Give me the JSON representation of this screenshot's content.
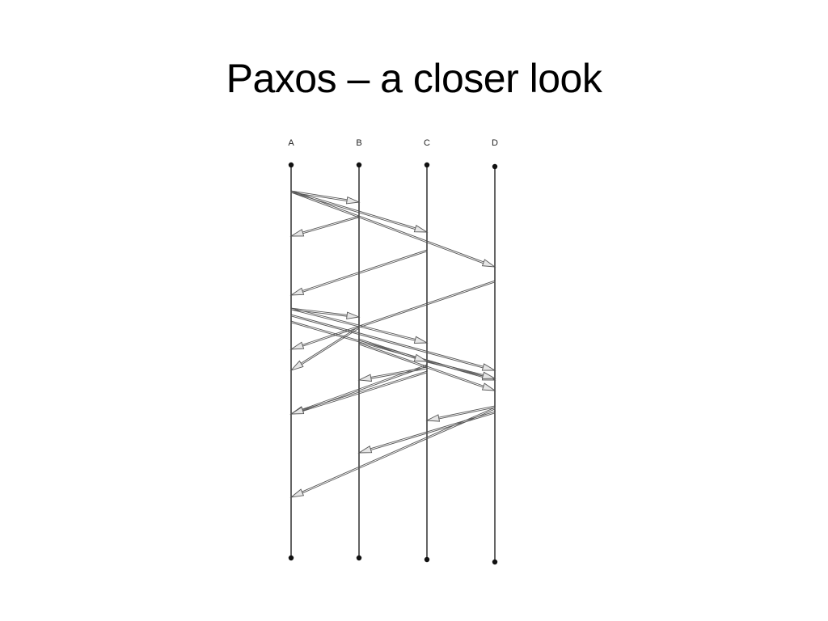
{
  "slide": {
    "title": "Paxos – a closer look"
  },
  "diagram": {
    "type": "sequence-diagram",
    "lanes": [
      "A",
      "B",
      "C",
      "D"
    ],
    "messages": [
      {
        "from": "A",
        "to": "B"
      },
      {
        "from": "A",
        "to": "C"
      },
      {
        "from": "A",
        "to": "D"
      },
      {
        "from": "B",
        "to": "A"
      },
      {
        "from": "C",
        "to": "A"
      },
      {
        "from": "D",
        "to": "A"
      },
      {
        "from": "A",
        "to": "B"
      },
      {
        "from": "A",
        "to": "C"
      },
      {
        "from": "A",
        "to": "D"
      },
      {
        "from": "A",
        "to": "D"
      },
      {
        "from": "B",
        "to": "A"
      },
      {
        "from": "B",
        "to": "C"
      },
      {
        "from": "B",
        "to": "D"
      },
      {
        "from": "C",
        "to": "A"
      },
      {
        "from": "C",
        "to": "B"
      },
      {
        "from": "C",
        "to": "D"
      },
      {
        "from": "C",
        "to": "A"
      },
      {
        "from": "D",
        "to": "C"
      },
      {
        "from": "D",
        "to": "B"
      },
      {
        "from": "D",
        "to": "A"
      }
    ],
    "colors": {
      "lifeline": "#111111",
      "arrow_stroke": "#555555",
      "arrow_fill": "#e6e6e6"
    }
  }
}
